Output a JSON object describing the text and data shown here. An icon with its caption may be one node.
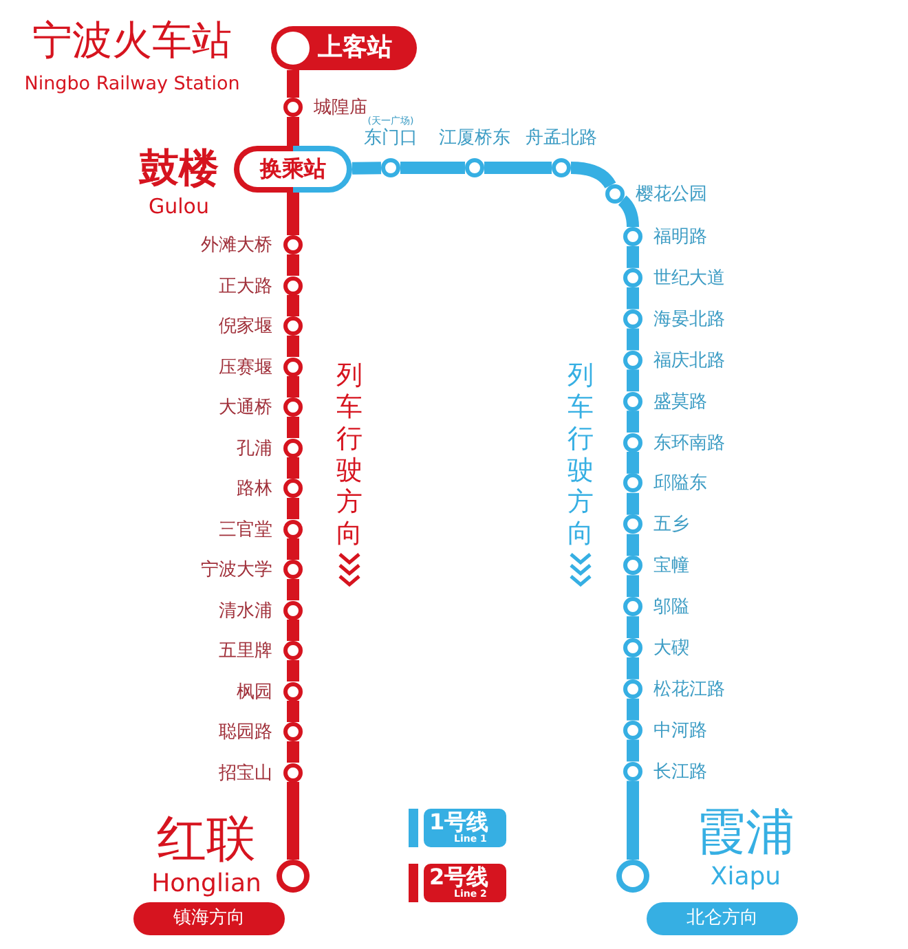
{
  "diagram": {
    "nodes": [
      {
        "text": [
          "宁波火车站",
          "Ningbo Railway Station",
          "上客站"
        ]
      },
      {
        "text": [
          "城隍庙"
        ]
      },
      {
        "text": [
          "鼓楼",
          "Gulou",
          "换乘站"
        ]
      },
      {
        "text": [
          "外滩大桥"
        ]
      },
      {
        "text": [
          "正大路"
        ]
      },
      {
        "text": [
          "倪家堰"
        ]
      },
      {
        "text": [
          "压赛堰"
        ]
      },
      {
        "text": [
          "大通桥"
        ]
      },
      {
        "text": [
          "孔浦"
        ]
      },
      {
        "text": [
          "路林"
        ]
      },
      {
        "text": [
          "三官堂"
        ]
      },
      {
        "text": [
          "宁波大学"
        ]
      },
      {
        "text": [
          "清水浦"
        ]
      },
      {
        "text": [
          "五里牌"
        ]
      },
      {
        "text": [
          "枫园"
        ]
      },
      {
        "text": [
          "聪园路"
        ]
      },
      {
        "text": [
          "招宝山"
        ]
      },
      {
        "text": [
          "红联",
          "Honglian"
        ]
      },
      {
        "text": [
          "镇海方向"
        ]
      },
      {
        "text": [
          "东门口"
        ],
        "beside": [
          "(天一广场)"
        ]
      },
      {
        "text": [
          "江厦桥东"
        ]
      },
      {
        "text": [
          "舟孟北路"
        ]
      },
      {
        "text": [
          "樱花公园"
        ]
      },
      {
        "text": [
          "福明路"
        ]
      },
      {
        "text": [
          "世纪大道"
        ]
      },
      {
        "text": [
          "海晏北路"
        ]
      },
      {
        "text": [
          "福庆北路"
        ]
      },
      {
        "text": [
          "盛莫路"
        ]
      },
      {
        "text": [
          "东环南路"
        ]
      },
      {
        "text": [
          "邱隘东"
        ]
      },
      {
        "text": [
          "五乡"
        ]
      },
      {
        "text": [
          "宝幢"
        ]
      },
      {
        "text": [
          "邬隘"
        ]
      },
      {
        "text": [
          "大碶"
        ]
      },
      {
        "text": [
          "松花江路"
        ]
      },
      {
        "text": [
          "中河路"
        ]
      },
      {
        "text": [
          "长江路"
        ]
      },
      {
        "text": [
          "霞浦",
          "Xiapu"
        ]
      },
      {
        "text": [
          "北仑方向"
        ]
      }
    ],
    "edges": [
      {
        "from": 0,
        "to": 1,
        "arrow": "none",
        "color": "#d6141f"
      },
      {
        "from": 1,
        "to": 2,
        "arrow": "none",
        "color": "#d6141f"
      },
      {
        "from": 2,
        "to": 3,
        "arrow": "none",
        "color": "#d6141f"
      },
      {
        "from": 3,
        "to": 4,
        "arrow": "none",
        "color": "#d6141f"
      },
      {
        "from": 4,
        "to": 5,
        "arrow": "none",
        "color": "#d6141f"
      },
      {
        "from": 5,
        "to": 6,
        "arrow": "none",
        "color": "#d6141f"
      },
      {
        "from": 6,
        "to": 7,
        "arrow": "none",
        "color": "#d6141f"
      },
      {
        "from": 7,
        "to": 8,
        "arrow": "none",
        "color": "#d6141f"
      },
      {
        "from": 8,
        "to": 9,
        "arrow": "none",
        "color": "#d6141f"
      },
      {
        "from": 9,
        "to": 10,
        "arrow": "none",
        "color": "#d6141f"
      },
      {
        "from": 10,
        "to": 11,
        "arrow": "none",
        "color": "#d6141f"
      },
      {
        "from": 11,
        "to": 12,
        "arrow": "none",
        "color": "#d6141f"
      },
      {
        "from": 12,
        "to": 13,
        "arrow": "none",
        "color": "#d6141f"
      },
      {
        "from": 13,
        "to": 14,
        "arrow": "none",
        "color": "#d6141f"
      },
      {
        "from": 14,
        "to": 15,
        "arrow": "none",
        "color": "#d6141f"
      },
      {
        "from": 15,
        "to": 16,
        "arrow": "none",
        "color": "#d6141f"
      },
      {
        "from": 16,
        "to": 17,
        "arrow": "none",
        "color": "#d6141f"
      },
      {
        "from": 2,
        "to": 19,
        "arrow": "none"
      },
      {
        "from": 19,
        "to": 20,
        "arrow": "none"
      },
      {
        "from": 20,
        "to": 21,
        "arrow": "none"
      },
      {
        "from": 21,
        "to": 22,
        "arrow": "none"
      },
      {
        "from": 22,
        "to": 23,
        "arrow": "none"
      },
      {
        "from": 23,
        "to": 24,
        "arrow": "none"
      },
      {
        "from": 24,
        "to": 25,
        "arrow": "none"
      },
      {
        "from": 25,
        "to": 26,
        "arrow": "none"
      },
      {
        "from": 26,
        "to": 27,
        "arrow": "none"
      },
      {
        "from": 27,
        "to": 28,
        "arrow": "none"
      },
      {
        "from": 28,
        "to": 29,
        "arrow": "none"
      },
      {
        "from": 29,
        "to": 30,
        "arrow": "none"
      },
      {
        "from": 30,
        "to": 31,
        "arrow": "none"
      },
      {
        "from": 31,
        "to": 32,
        "arrow": "none"
      },
      {
        "from": 32,
        "to": 33,
        "arrow": "none"
      },
      {
        "from": 33,
        "to": 34,
        "arrow": "none"
      },
      {
        "from": 34,
        "to": 35,
        "arrow": "none"
      },
      {
        "from": 35,
        "to": 36,
        "arrow": "none"
      },
      {
        "from": 36,
        "to": 37,
        "arrow": "none"
      }
    ],
    "labels": [
      "列车行驶方向",
      "列车行驶方向"
    ],
    "legend": [
      {
        "text": "1号线 Line 1",
        "color": "#36afe3"
      },
      {
        "text": "2号线 Line 2",
        "color": "#d6141f"
      }
    ]
  }
}
